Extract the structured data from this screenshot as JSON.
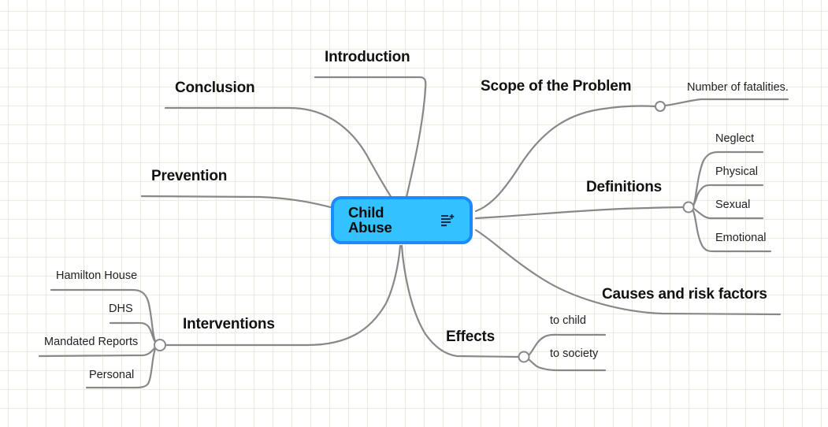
{
  "canvas": {
    "title": "Child Abuse Mind Map",
    "background_color": "#ffffff",
    "grid_color": "#e6efdd",
    "edge_color": "#888888",
    "accent_color": "#33c2ff",
    "accent_border_color": "#1a8cff"
  },
  "root": {
    "label": "Child Abuse",
    "icon": "note-add-icon"
  },
  "branches": [
    {
      "id": "introduction",
      "label": "Introduction",
      "children": []
    },
    {
      "id": "conclusion",
      "label": "Conclusion",
      "children": []
    },
    {
      "id": "prevention",
      "label": "Prevention",
      "children": []
    },
    {
      "id": "scope-of-the-problem",
      "label": "Scope of the Problem",
      "children": [
        {
          "id": "number-of-fatalities",
          "label": "Number of fatalities."
        }
      ]
    },
    {
      "id": "definitions",
      "label": "Definitions",
      "children": [
        {
          "id": "neglect",
          "label": "Neglect"
        },
        {
          "id": "physical",
          "label": "Physical"
        },
        {
          "id": "sexual",
          "label": "Sexual"
        },
        {
          "id": "emotional",
          "label": "Emotional"
        }
      ]
    },
    {
      "id": "causes-and-risk-factors",
      "label": "Causes and risk factors",
      "children": []
    },
    {
      "id": "effects",
      "label": "Effects",
      "children": [
        {
          "id": "to-child",
          "label": "to child"
        },
        {
          "id": "to-society",
          "label": "to society"
        }
      ]
    },
    {
      "id": "interventions",
      "label": "Interventions",
      "children": [
        {
          "id": "hamilton-house",
          "label": "Hamilton House"
        },
        {
          "id": "dhs",
          "label": "DHS"
        },
        {
          "id": "mandated-reports",
          "label": "Mandated Reports"
        },
        {
          "id": "personal",
          "label": "Personal"
        }
      ]
    }
  ]
}
